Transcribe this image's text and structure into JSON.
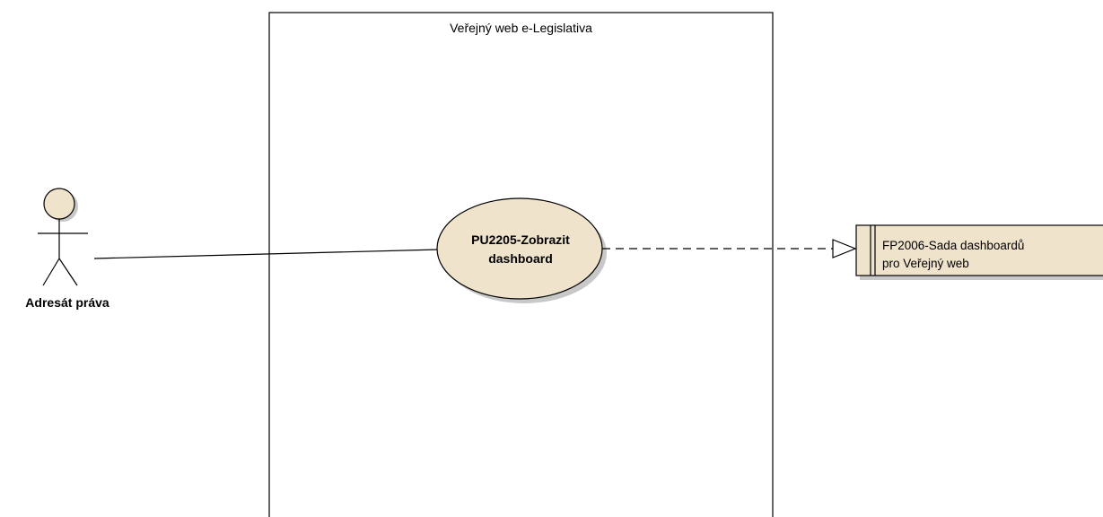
{
  "diagram": {
    "boundary": {
      "title": "Veřejný web e-Legislativa"
    },
    "actor": {
      "name": "Adresát práva"
    },
    "use_case": {
      "line1": "PU2205-Zobrazit",
      "line2": "dashboard"
    },
    "feature": {
      "line1": "FP2006-Sada dashboardů",
      "line2": "pro Veřejný web"
    }
  },
  "colors": {
    "element_fill": "#efe3cc",
    "element_shadow": "#c8c8c8",
    "stroke": "#000000"
  }
}
